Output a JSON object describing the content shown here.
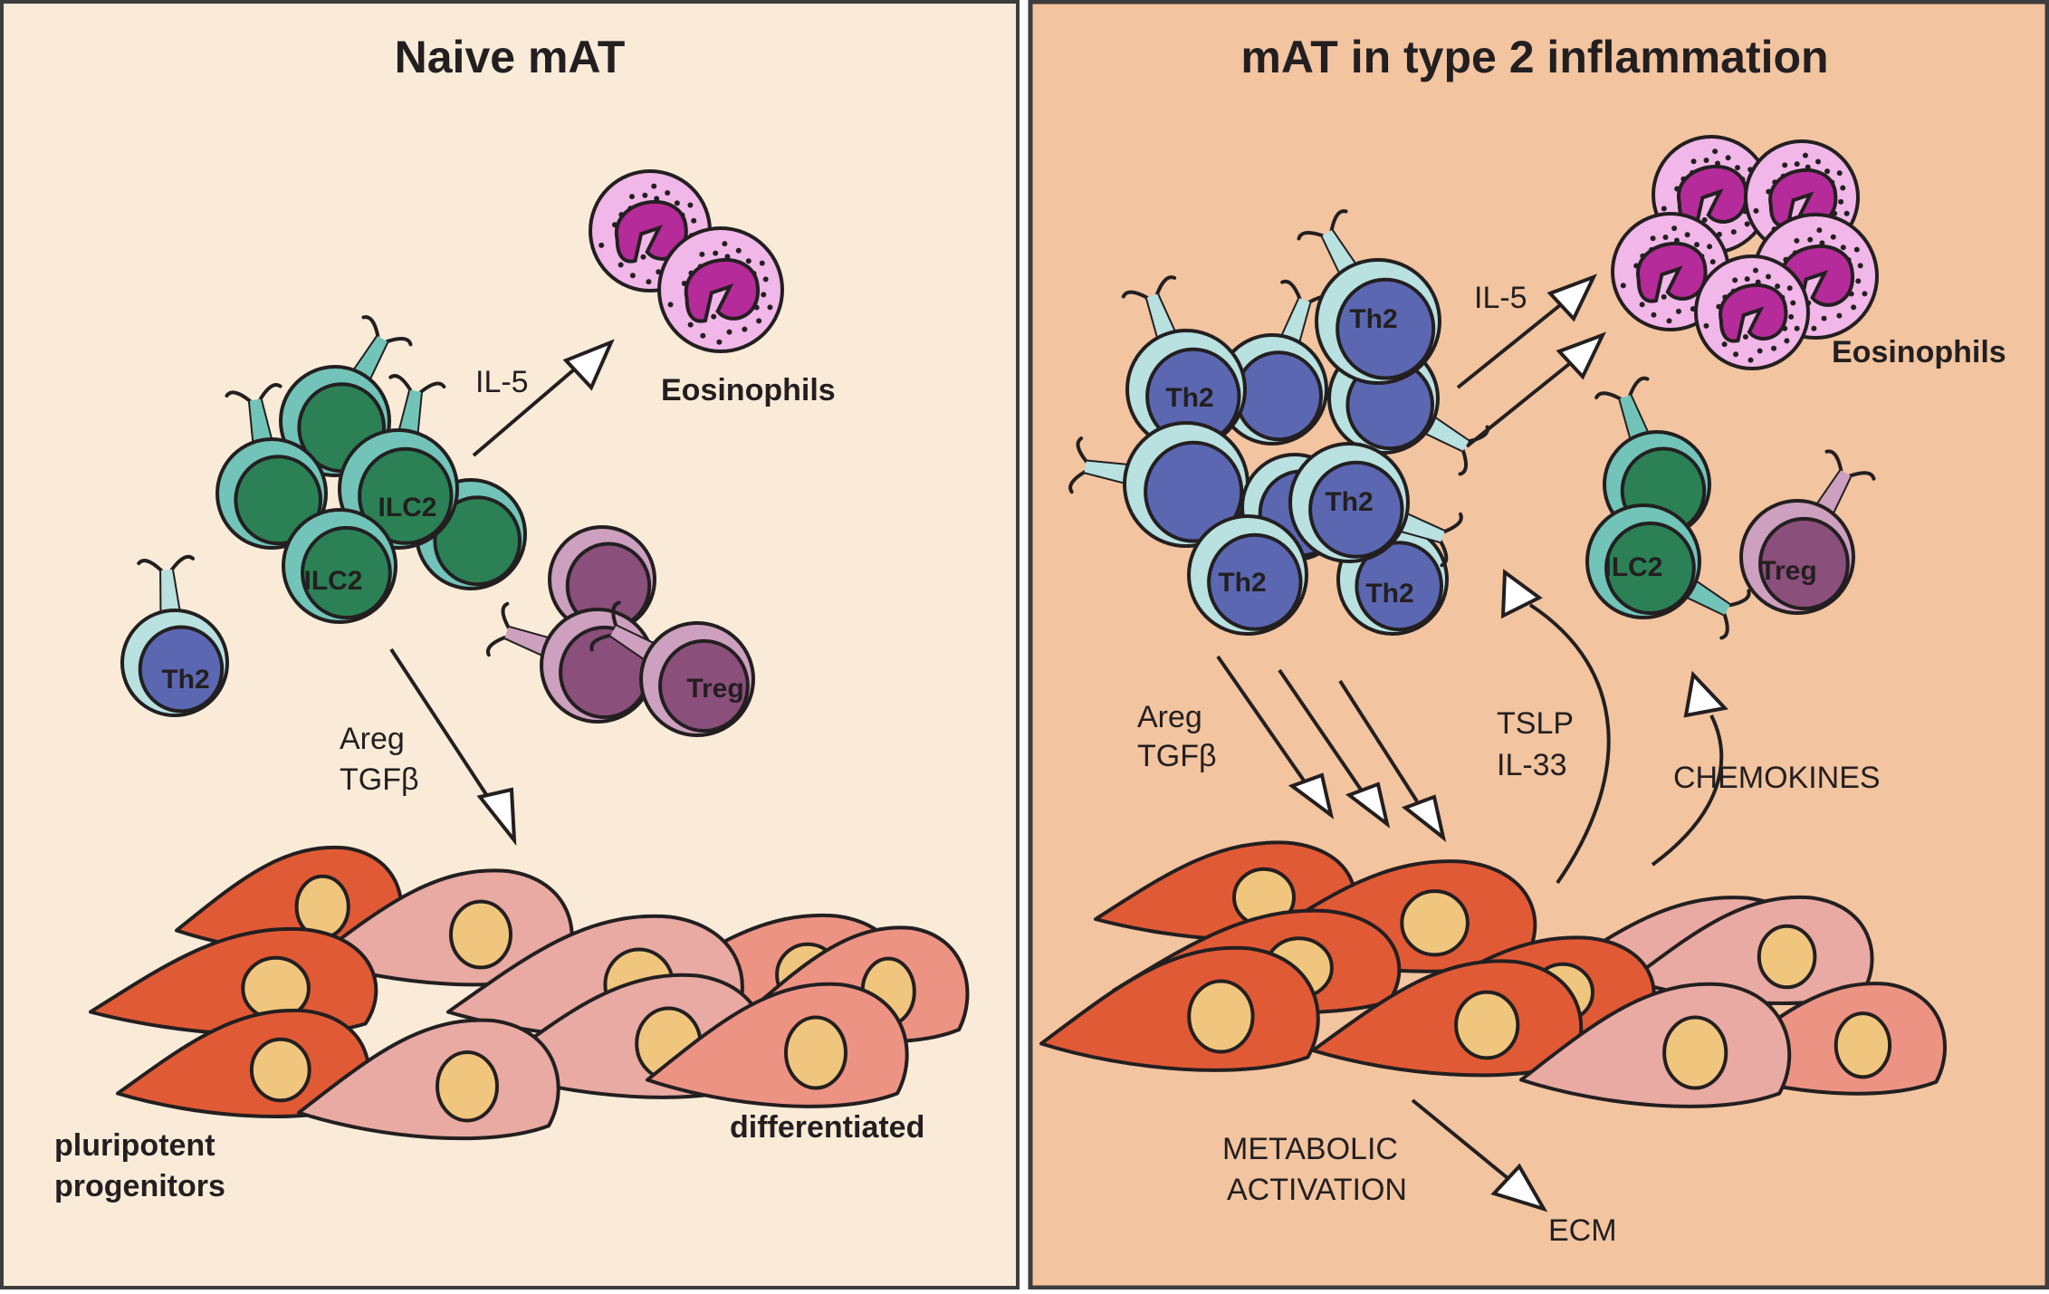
{
  "colors": {
    "naive_bg": "#faebd8",
    "inflamed_bg": "#f2c4a0",
    "ilc2_light": "#72c4b8",
    "ilc2_dark": "#2b8155",
    "th2_light": "#b8e1e0",
    "th2_dark": "#5b67b1",
    "treg_light": "#cca0be",
    "treg_dark": "#8a4f7a",
    "eos_cyto": "#f1b7e8",
    "eos_nucleus": "#b42b99",
    "adipo_orange": "#e15a36",
    "adipo_pink": "#e8aaa2",
    "adipo_salmon": "#ec9384",
    "nucleus_yellow": "#f0c67f",
    "outline": "#231f20"
  },
  "naive_panel": {
    "title": "Naive mAT",
    "il5": "IL-5",
    "eosinophils": "Eosinophils",
    "ilc2_a": "ILC2",
    "ilc2_b": "ILC2",
    "th2": "Th2",
    "treg": "Treg",
    "areg": "Areg",
    "tgfb": "TGFβ",
    "pluripotent_line1": "pluripotent",
    "pluripotent_line2": "progenitors",
    "differentiated": "differentiated"
  },
  "inflamed_panel": {
    "title": "mAT in type 2 inflammation",
    "il5": "IL-5",
    "eosinophils": "Eosinophils",
    "th2_a": "Th2",
    "th2_b": "Th2",
    "th2_c": "Th2",
    "th2_d": "Th2",
    "th2_e": "Th2",
    "ilc2": "ILC2",
    "treg": "Treg",
    "areg": "Areg",
    "tgfb": "TGFβ",
    "tslp": "TSLP",
    "il33": "IL-33",
    "chemokines": "CHEMOKINES",
    "metabolic_line1": "METABOLIC",
    "metabolic_line2": "ACTIVATION",
    "ecm": "ECM"
  }
}
